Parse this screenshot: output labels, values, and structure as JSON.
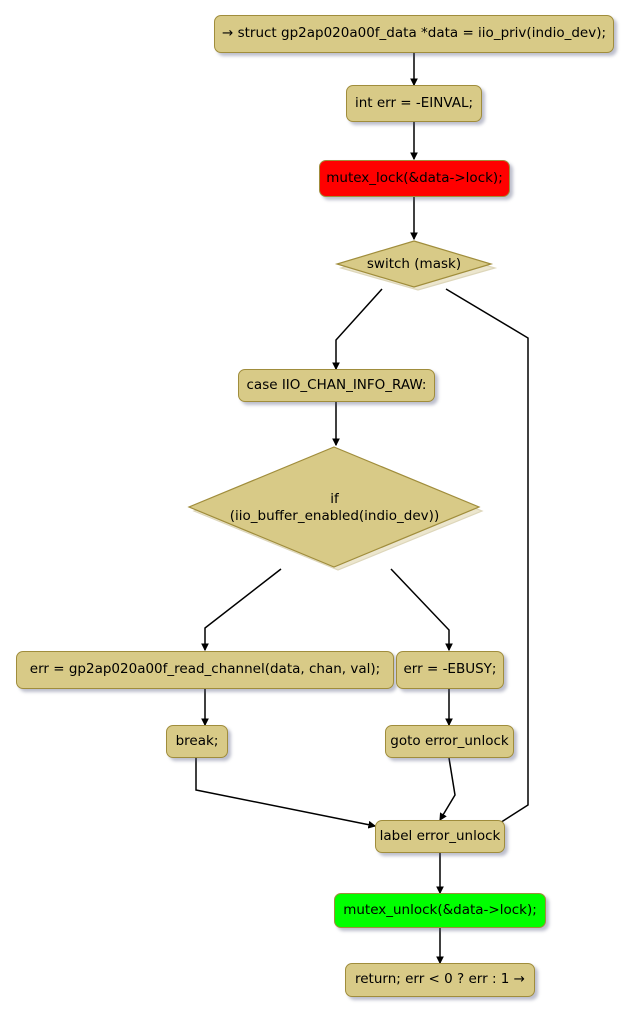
{
  "diagram": {
    "type": "flowchart",
    "title": "gp2ap020a00f read_raw flowchart",
    "colors": {
      "node_fill": "#D8CA87",
      "node_border": "#A08D3C",
      "lock_fill": "#FF0000",
      "unlock_fill": "#00FF00",
      "edge": "#000000",
      "background": "#FFFFFF"
    },
    "nodes": [
      {
        "id": "start",
        "shape": "rect",
        "label": "→ struct gp2ap020a00f_data *data = iio_priv(indio_dev);",
        "fill": "#D8CA87"
      },
      {
        "id": "init_err",
        "shape": "rect",
        "label": "int err = -EINVAL;",
        "fill": "#D8CA87"
      },
      {
        "id": "mutex_lock",
        "shape": "rect",
        "label": "mutex_lock(&data->lock);",
        "fill": "#FF0000"
      },
      {
        "id": "switch_mask",
        "shape": "diamond",
        "label": "switch (mask)",
        "fill": "#D8CA87"
      },
      {
        "id": "case_raw",
        "shape": "rect",
        "label": "case IIO_CHAN_INFO_RAW:",
        "fill": "#D8CA87"
      },
      {
        "id": "if_buffer",
        "shape": "diamond",
        "label": "if\n(iio_buffer_enabled(indio_dev))",
        "fill": "#D8CA87"
      },
      {
        "id": "read_channel",
        "shape": "rect",
        "label": "err = gp2ap020a00f_read_channel(data, chan, val);",
        "fill": "#D8CA87"
      },
      {
        "id": "err_ebusy",
        "shape": "rect",
        "label": "err = -EBUSY;",
        "fill": "#D8CA87"
      },
      {
        "id": "break_stmt",
        "shape": "rect",
        "label": "break;",
        "fill": "#D8CA87"
      },
      {
        "id": "goto_unlock",
        "shape": "rect",
        "label": "goto error_unlock",
        "fill": "#D8CA87"
      },
      {
        "id": "label_unlock",
        "shape": "rect",
        "label": "label error_unlock",
        "fill": "#D8CA87"
      },
      {
        "id": "mutex_unlock",
        "shape": "rect",
        "label": "mutex_unlock(&data->lock);",
        "fill": "#00FF00"
      },
      {
        "id": "return_stmt",
        "shape": "rect",
        "label": "return; err < 0 ? err : 1 →",
        "fill": "#D8CA87"
      }
    ],
    "edges": [
      {
        "from": "start",
        "to": "init_err"
      },
      {
        "from": "init_err",
        "to": "mutex_lock"
      },
      {
        "from": "mutex_lock",
        "to": "switch_mask"
      },
      {
        "from": "switch_mask",
        "to": "case_raw"
      },
      {
        "from": "switch_mask",
        "to": "label_unlock"
      },
      {
        "from": "case_raw",
        "to": "if_buffer"
      },
      {
        "from": "if_buffer",
        "to": "read_channel"
      },
      {
        "from": "if_buffer",
        "to": "err_ebusy"
      },
      {
        "from": "read_channel",
        "to": "break_stmt"
      },
      {
        "from": "err_ebusy",
        "to": "goto_unlock"
      },
      {
        "from": "break_stmt",
        "to": "label_unlock"
      },
      {
        "from": "goto_unlock",
        "to": "label_unlock"
      },
      {
        "from": "label_unlock",
        "to": "mutex_unlock"
      },
      {
        "from": "mutex_unlock",
        "to": "return_stmt"
      }
    ]
  }
}
